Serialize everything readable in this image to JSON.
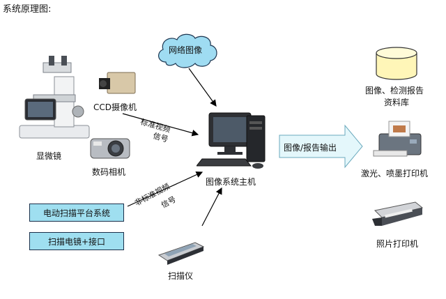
{
  "title": "系统原理图:",
  "cloud_label": "网络图像",
  "devices": {
    "microscope": "显微镜",
    "ccd_camera": "CCD摄像机",
    "digital_camera": "数码相机",
    "host": "图像系统主机",
    "scanner": "扫描仪",
    "database": "图像、检测报告\n资料库",
    "database_line1": "图像、检测报告",
    "database_line2": "资料库",
    "laser_printer": "激光、喷墨打印机",
    "photo_printer": "照片打印机"
  },
  "boxes": {
    "scan_platform": "电动扫描平台系统",
    "scan_mirror": "扫描电镜+接口"
  },
  "signals": {
    "standard_line1": "标准视频",
    "standard_line2": "信号",
    "nonstandard_line1": "非标准视频",
    "nonstandard_line2": "信号"
  },
  "output_arrow_label": "图像/报告输出",
  "colors": {
    "box_fill": "#9fdff0",
    "cloud_fill": "#9fdcf2",
    "arrow_fill": "#e4f7fb"
  }
}
